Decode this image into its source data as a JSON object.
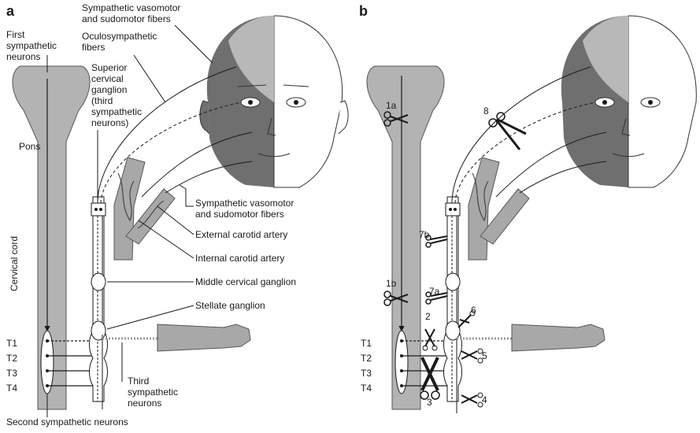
{
  "panels": {
    "a": {
      "letter": "a",
      "labels": {
        "first_neurons_1": "First",
        "first_neurons_2": "sympathetic",
        "first_neurons_3": "neurons",
        "vasomotor_top_1": "Sympathetic vasomotor",
        "vasomotor_top_2": "and sudomotor fibers",
        "oculo_1": "Oculosympathetic",
        "oculo_2": "fibers",
        "sup_ganglion_1": "Superior",
        "sup_ganglion_2": "cervical",
        "sup_ganglion_3": "ganglion",
        "sup_ganglion_4": "(third",
        "sup_ganglion_5": "sympathetic",
        "sup_ganglion_6": "neurons)",
        "pons": "Pons",
        "cervical_cord": "Cervical cord",
        "vasomotor_mid_1": "Sympathetic vasomotor",
        "vasomotor_mid_2": "and sudomotor fibers",
        "external_carotid": "External carotid artery",
        "internal_carotid": "Internal carotid artery",
        "middle_ganglion": "Middle cervical ganglion",
        "stellate": "Stellate ganglion",
        "third_neurons_1": "Third",
        "third_neurons_2": "sympathetic",
        "third_neurons_3": "neurons",
        "second_neurons": "Second sympathetic neurons",
        "t1": "T1",
        "t2": "T2",
        "t3": "T3",
        "t4": "T4"
      }
    },
    "b": {
      "letter": "b",
      "t1": "T1",
      "t2": "T2",
      "t3": "T3",
      "t4": "T4",
      "lesions": [
        "1a",
        "1b",
        "2",
        "3",
        "4",
        "5",
        "6",
        "7a",
        "7b",
        "8"
      ]
    }
  },
  "colors": {
    "cord": "#b3b3b3",
    "face_dark": "#6f6f6f",
    "face_light": "#b8b8b8",
    "artery": "#a8a8a8",
    "line": "#1a1a1a"
  }
}
